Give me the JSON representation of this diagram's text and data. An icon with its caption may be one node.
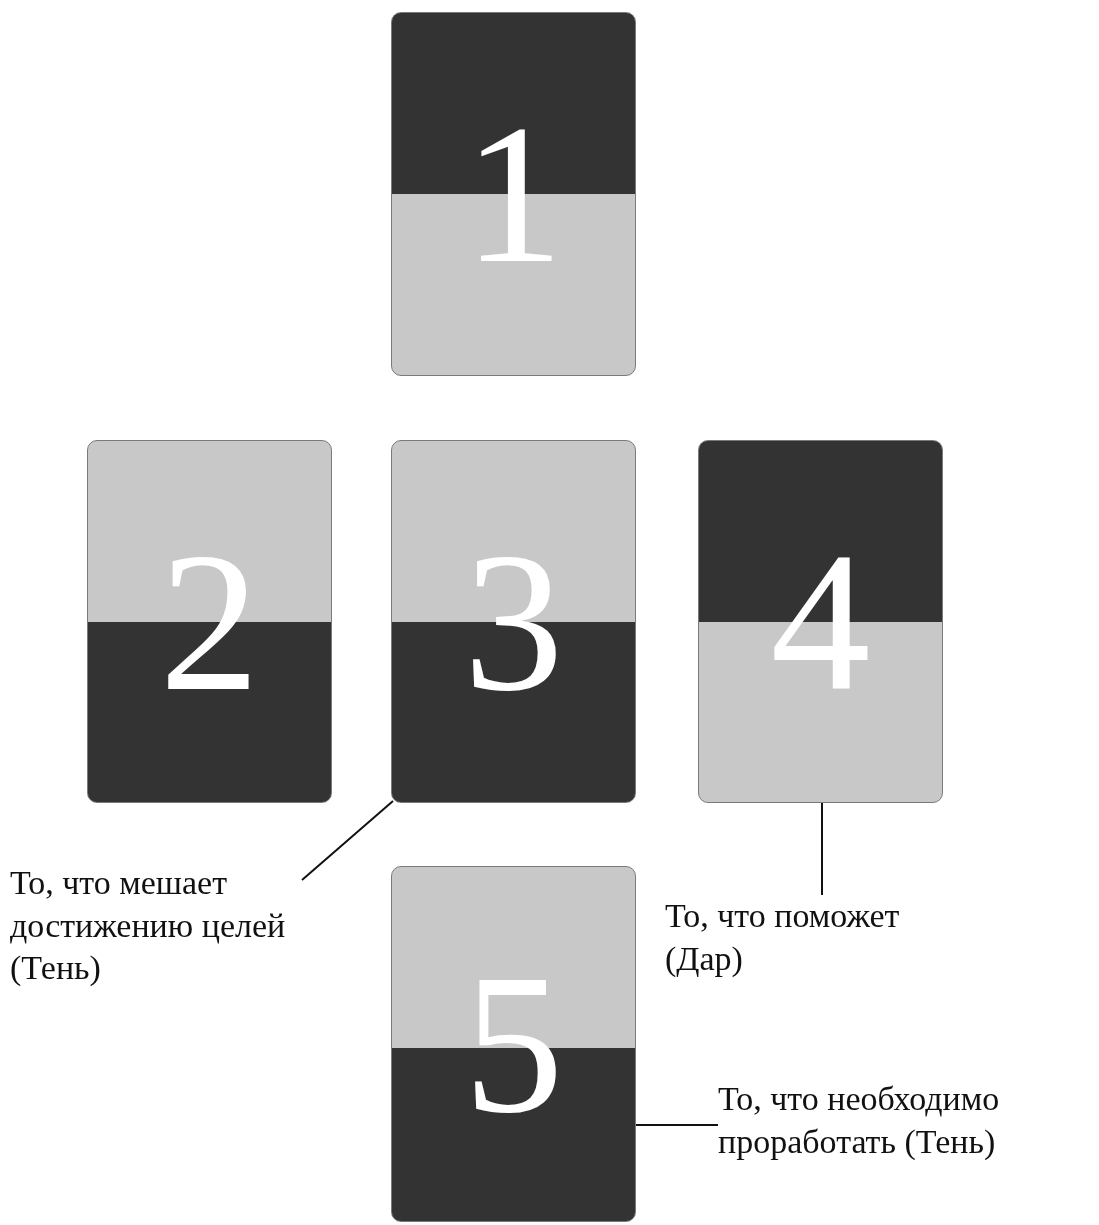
{
  "diagram": {
    "nodes": [
      {
        "text": [
          "1"
        ]
      },
      {
        "text": [
          "2"
        ]
      },
      {
        "text": [
          "3"
        ]
      },
      {
        "text": [
          "4"
        ]
      },
      {
        "text": [
          "5"
        ]
      },
      {
        "text": [
          "То, что мешает достижению целей (Тень)"
        ]
      },
      {
        "text": [
          "То, что поможет (Дар)"
        ]
      },
      {
        "text": [
          "То, что необходимо проработать (Тень)"
        ]
      }
    ],
    "edges": [
      {
        "from": 5,
        "to": 2,
        "arrow": "none"
      },
      {
        "from": 6,
        "to": 3,
        "arrow": "none"
      },
      {
        "from": 7,
        "to": 4,
        "arrow": "none"
      }
    ]
  }
}
